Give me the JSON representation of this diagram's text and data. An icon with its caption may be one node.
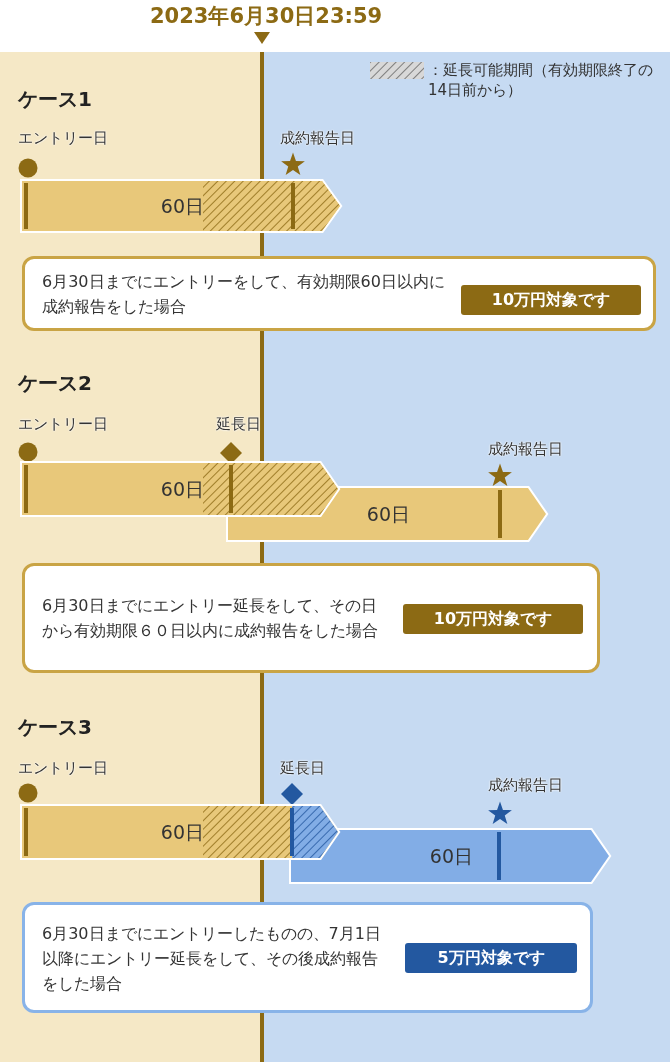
{
  "diagram": {
    "nodes": [
      {
        "text": [
          "60日"
        ]
      },
      {
        "text": [
          "6月30日までにエントリーをして、有効期限60日以内に成約報告をした場合",
          "10万円対象です"
        ]
      },
      {
        "text": [
          "60日"
        ]
      },
      {
        "text": [
          "60日"
        ]
      },
      {
        "text": [
          "6月30日までにエントリー延長をして、その日から有効期限６０日以内に成約報告をした場合",
          "10万円対象です"
        ]
      },
      {
        "text": [
          "60日"
        ]
      },
      {
        "text": [
          "60日"
        ]
      },
      {
        "text": [
          "6月30日までにエントリーしたものの、7月1日以降にエントリー延長をして、その後成約報告をした場合",
          "5万円対象です"
        ]
      }
    ],
    "edges": [],
    "labels": [
      "2023年6月30日23:59",
      "ケース1",
      "エントリー日",
      "成約報告日",
      "ケース2",
      "エントリー日",
      "延長日",
      "成約報告日",
      "ケース3",
      "エントリー日",
      "延長日",
      "成約報告日"
    ],
    "legend": [
      {
        "text": "：延長可能期間（有効期限終了の14日前から）"
      }
    ]
  }
}
